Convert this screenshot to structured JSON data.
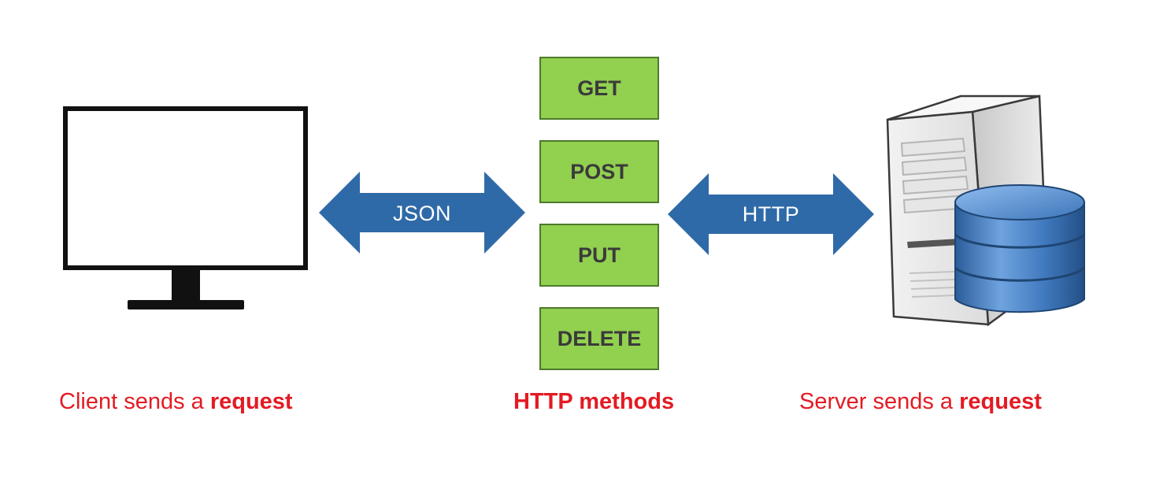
{
  "arrows": {
    "left_label": "JSON",
    "right_label": "HTTP"
  },
  "methods": [
    "GET",
    "POST",
    "PUT",
    "DELETE"
  ],
  "captions": {
    "client": {
      "text": "Client sends a ",
      "emphasis": "request"
    },
    "methods": {
      "text": "HTTP methods"
    },
    "server": {
      "text": "Server sends a ",
      "emphasis": "request"
    }
  },
  "colors": {
    "arrow": "#2f6aa8",
    "method_fill": "#92d050",
    "method_border": "#4d7a2a",
    "caption": "#e31b23"
  },
  "icons": {
    "client": "monitor-icon",
    "server": "server-database-icon"
  }
}
